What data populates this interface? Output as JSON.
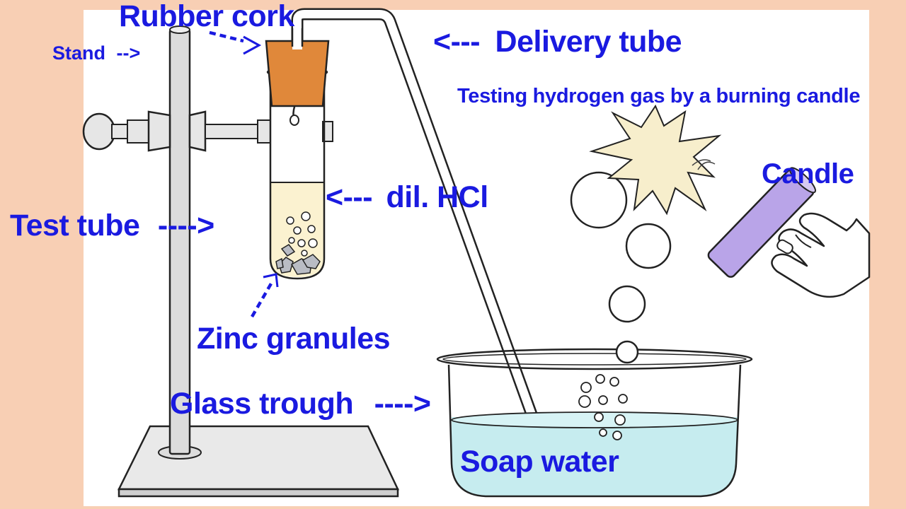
{
  "labels": {
    "rubber_cork": "Rubber cork",
    "stand": "Stand",
    "delivery_tube": "Delivery tube",
    "testing": "Testing hydrogen gas by a burning candle",
    "candle": "Candle",
    "test_tube": "Test tube",
    "dil_hcl": "dil. HCl",
    "zinc_granules": "Zinc granules",
    "glass_trough": "Glass trough",
    "soap_water": "Soap water"
  },
  "arrows": {
    "stand": "-->",
    "delivery_tube": "<---",
    "test_tube": "---->",
    "dil_hcl": "<---",
    "glass_trough": "---->"
  },
  "colors": {
    "label_blue": "#1a1ae0",
    "background": "#f8cfb4",
    "cork": "#e0883a",
    "water": "#c6ecef",
    "acid": "#fbf2d0",
    "candle": "#b9a4e8",
    "spark": "#f7eecc"
  }
}
